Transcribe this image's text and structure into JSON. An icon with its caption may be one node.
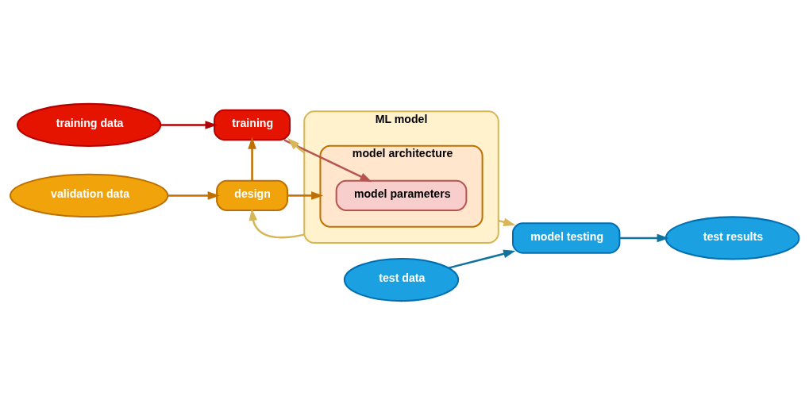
{
  "diagram": {
    "nodes": [
      {
        "text": [
          "training data"
        ]
      },
      {
        "text": [
          "training"
        ]
      },
      {
        "text": [
          "validation data"
        ]
      },
      {
        "text": [
          "design"
        ]
      },
      {
        "text": [
          "ML model"
        ]
      },
      {
        "text": [
          "model architecture"
        ],
        "in": 4
      },
      {
        "text": [
          "model parameters"
        ],
        "in": 5
      },
      {
        "text": [
          "test data"
        ]
      },
      {
        "text": [
          "model testing"
        ]
      },
      {
        "text": [
          "test results"
        ]
      }
    ],
    "edges": [
      {
        "from": 0,
        "to": 1,
        "arrow": "to",
        "color": "#b20000"
      },
      {
        "from": 2,
        "to": 3,
        "arrow": "to",
        "color": "#c07000"
      },
      {
        "from": 3,
        "to": 1,
        "arrow": "to",
        "color": "#c07000"
      },
      {
        "from": 1,
        "to": 6,
        "arrow": "to",
        "color": "#b85450"
      },
      {
        "from": 4,
        "to": 1,
        "arrow": "to",
        "color": "#d6b656"
      },
      {
        "from": 3,
        "to": 5,
        "arrow": "to",
        "color": "#c07000"
      },
      {
        "from": 4,
        "to": 3,
        "arrow": "to",
        "color": "#d6b656"
      },
      {
        "from": 4,
        "to": 8,
        "arrow": "to",
        "color": "#d6b656"
      },
      {
        "from": 7,
        "to": 8,
        "arrow": "to",
        "color": "#10739e"
      },
      {
        "from": 8,
        "to": 9,
        "arrow": "to",
        "color": "#10739e"
      }
    ]
  }
}
